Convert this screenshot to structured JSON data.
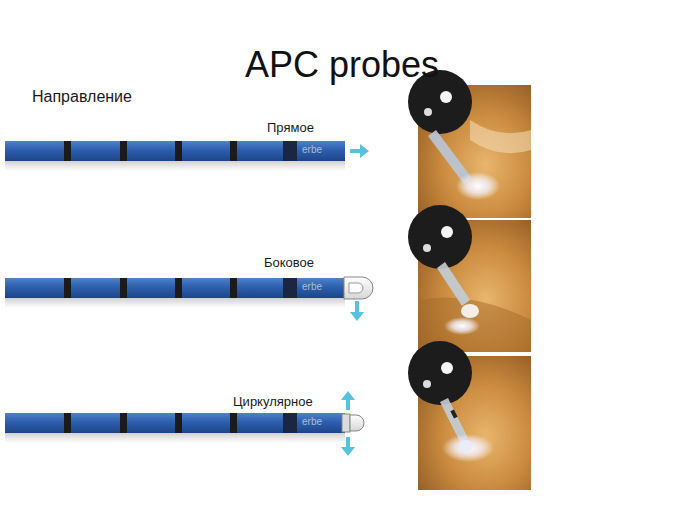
{
  "diagram": {
    "title": "APC probes",
    "labels": [
      "Направление",
      "Прямое",
      "erbe",
      "Боковое",
      "erbe",
      "Циркулярное",
      "erbe"
    ]
  }
}
